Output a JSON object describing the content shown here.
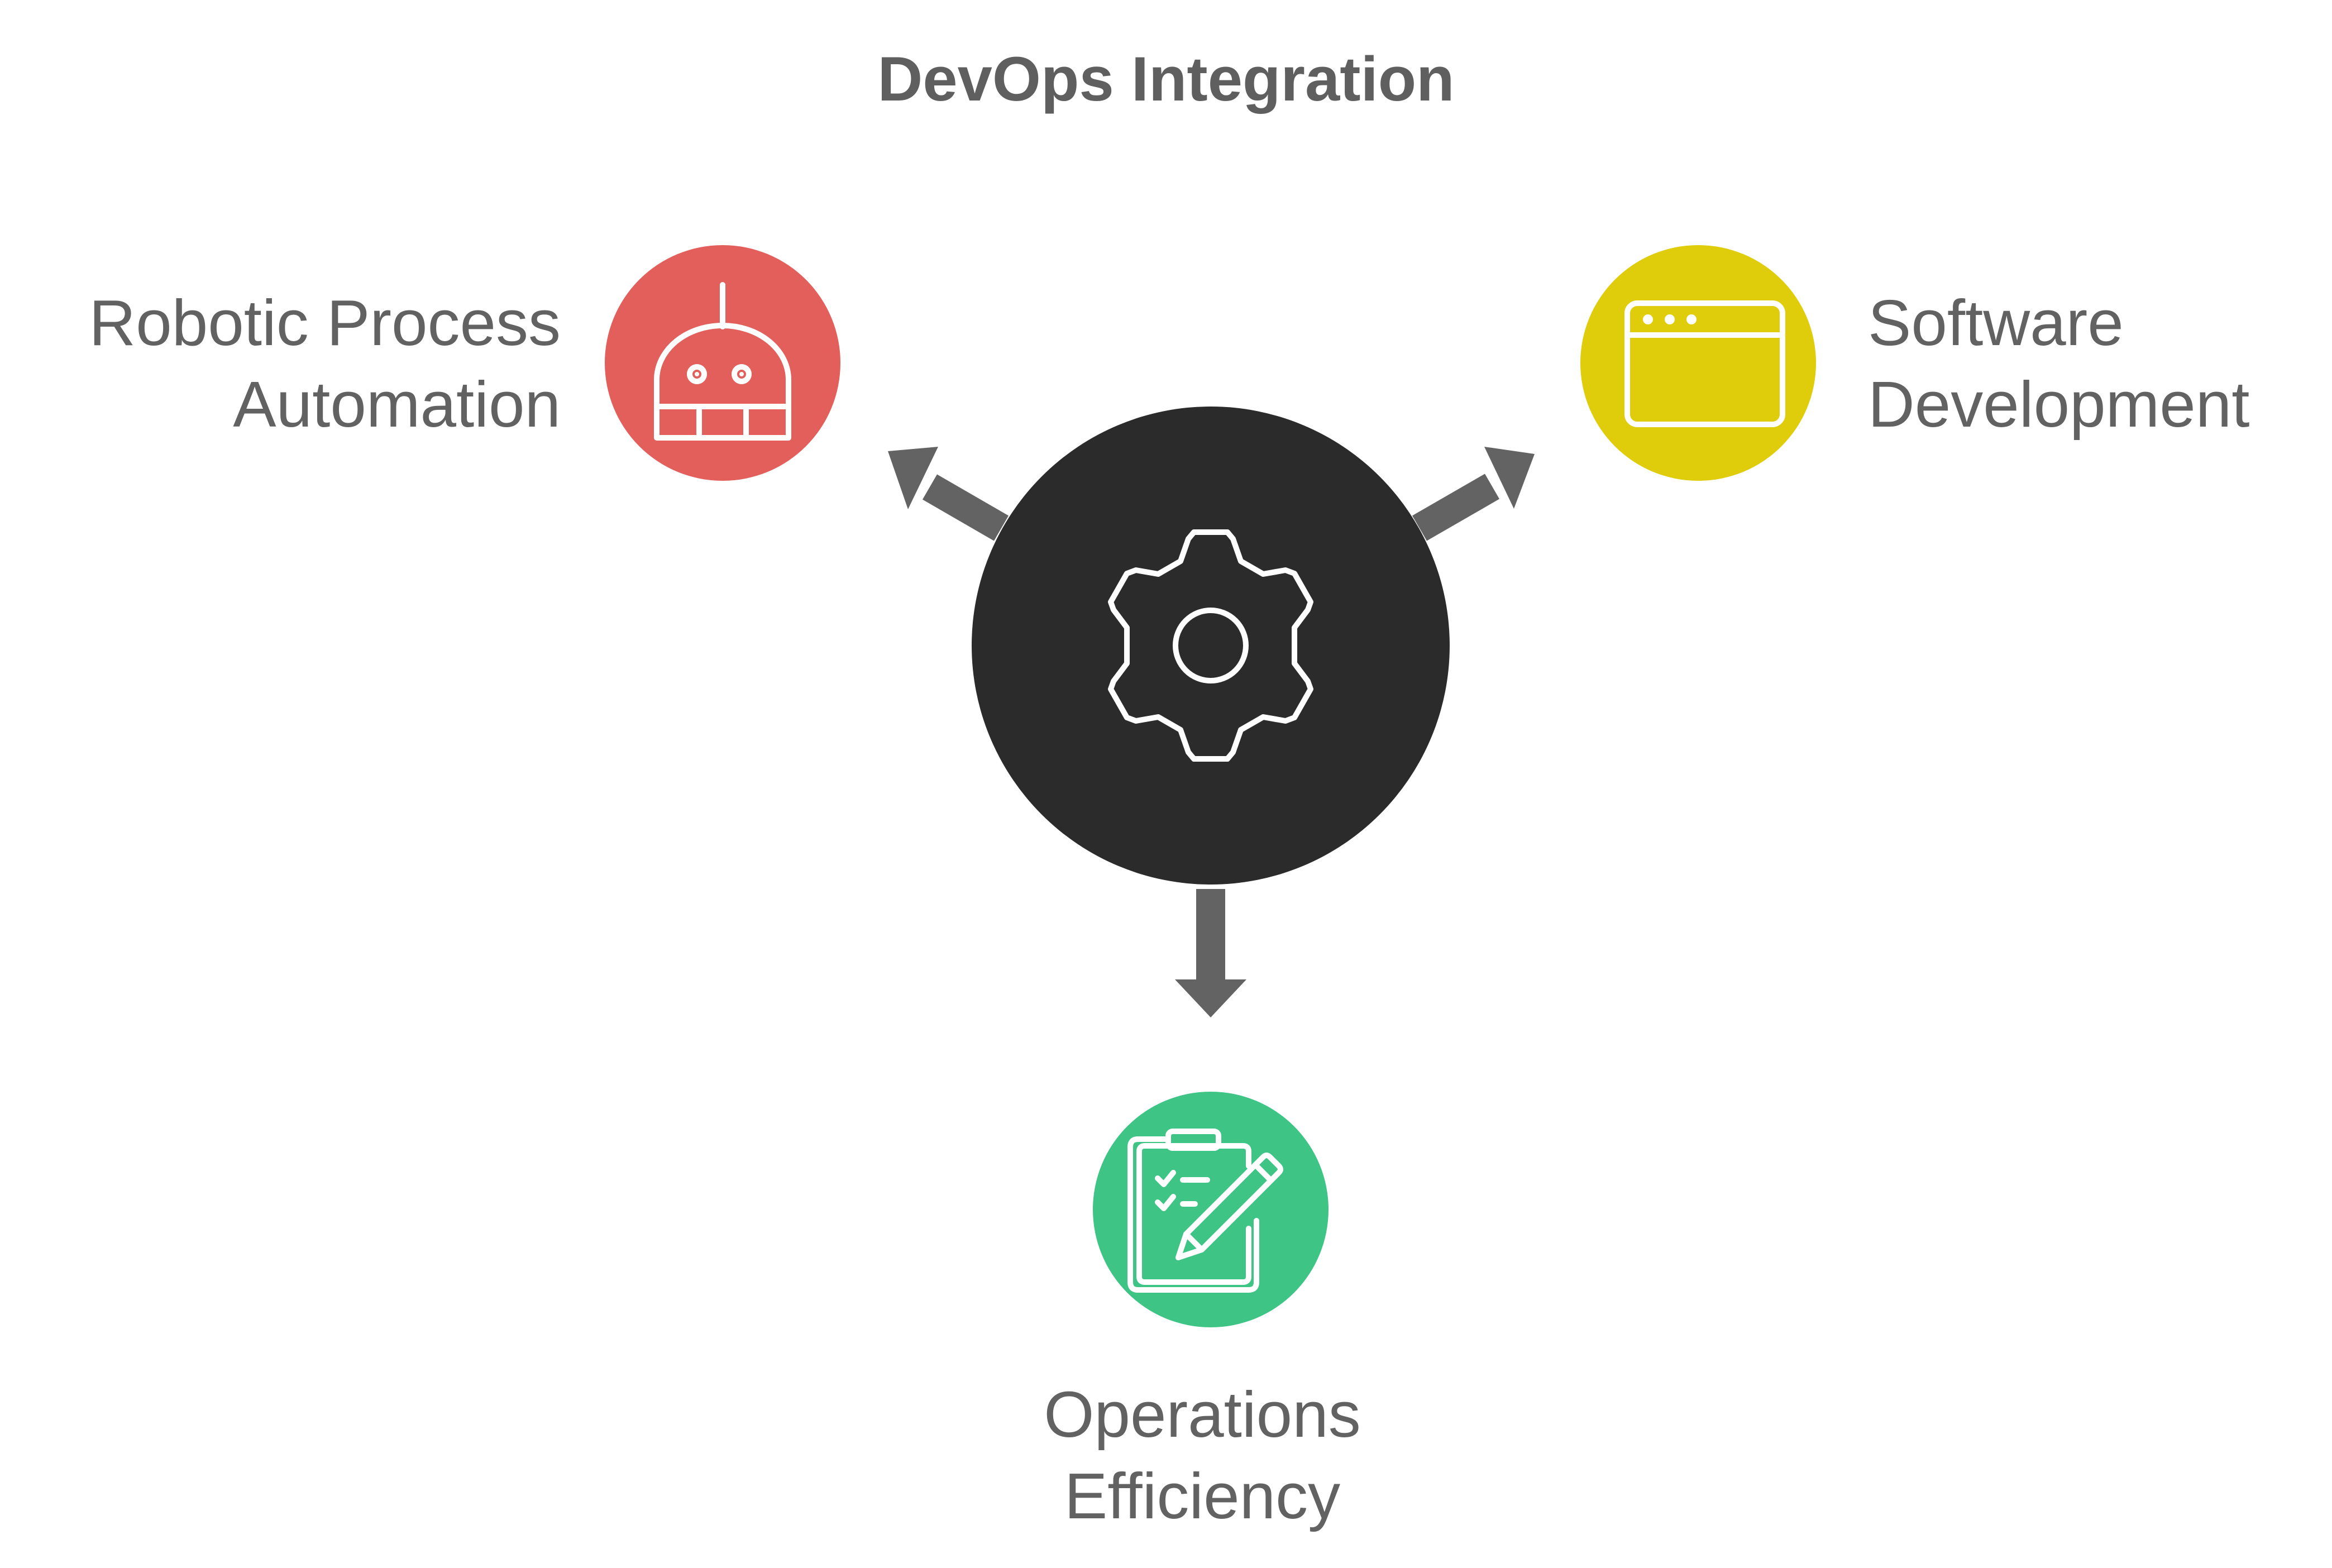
{
  "title": "DevOps Integration",
  "hub": {
    "icon": "gear-icon",
    "color": "#2b2b2b"
  },
  "arrows": {
    "color": "#636363"
  },
  "nodes": [
    {
      "id": "rpa",
      "label_lines": [
        "Robotic Process",
        "Automation"
      ],
      "icon": "robot-icon",
      "color": "#e35f5b"
    },
    {
      "id": "software-development",
      "label_lines": [
        "Software",
        "Development"
      ],
      "icon": "browser-window-icon",
      "color": "#dfcc0b"
    },
    {
      "id": "operations-efficiency",
      "label_lines": [
        "Operations",
        "Efficiency"
      ],
      "icon": "clipboard-checklist-icon",
      "color": "#3ec585"
    }
  ]
}
